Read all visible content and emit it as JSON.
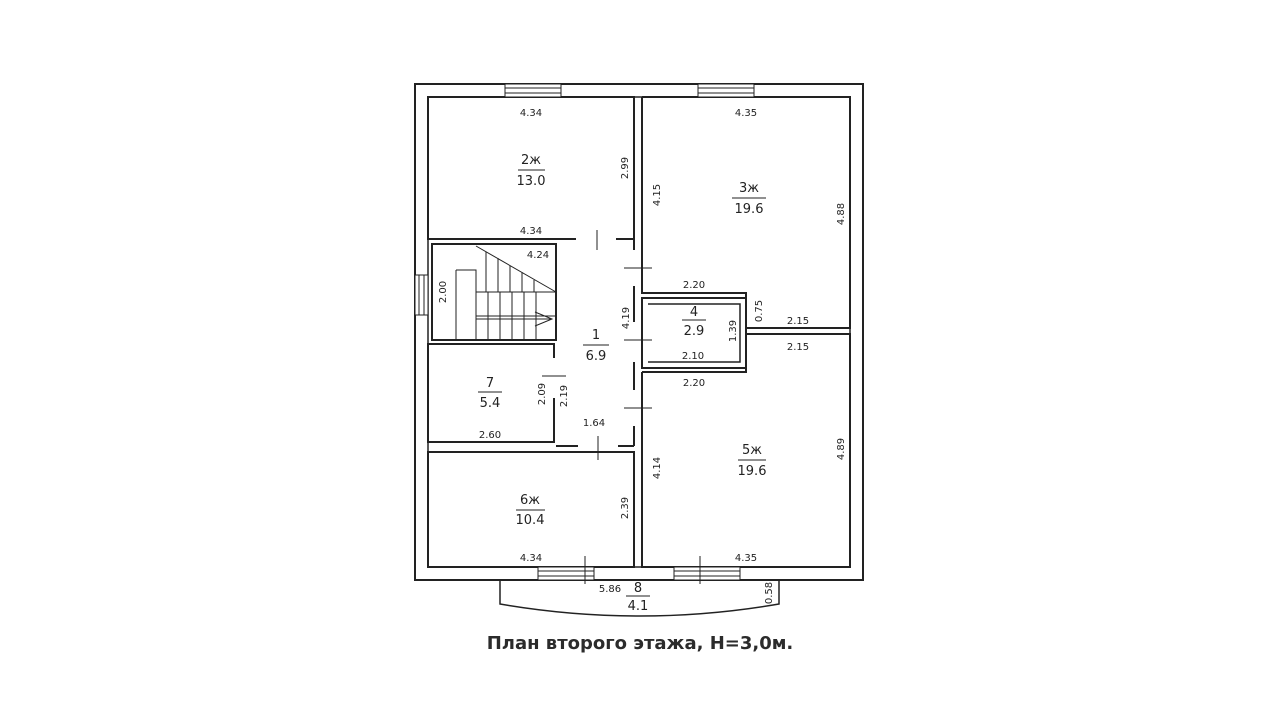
{
  "caption": "План второго этажа, H=3,0м.",
  "rooms": {
    "r1": {
      "num": "1",
      "area": "6.9"
    },
    "r2": {
      "num": "2ж",
      "area": "13.0"
    },
    "r3": {
      "num": "3ж",
      "area": "19.6"
    },
    "r4": {
      "num": "4",
      "area": "2.9"
    },
    "r5": {
      "num": "5ж",
      "area": "19.6"
    },
    "r6": {
      "num": "6ж",
      "area": "10.4"
    },
    "r7": {
      "num": "7",
      "area": "5.4"
    },
    "r8": {
      "num": "8",
      "area": "4.1"
    }
  },
  "dims": {
    "r2_top": "4.34",
    "r2_right": "2.99",
    "r2_bottom": "4.34",
    "r3_top": "4.35",
    "r3_left": "4.15",
    "r3_right": "4.88",
    "r3_bottom_mid": "2.20",
    "r3_bottom_right": "2.15",
    "r3_small": "0.75",
    "stair_top": "4.24",
    "stair_left": "2.00",
    "r1_right": "4.19",
    "r1_bottom": "1.64",
    "r1_left": "2.19",
    "r4_right": "1.39",
    "r4_bottom": "2.10",
    "r5_top_mid": "2.20",
    "r5_top_right": "2.15",
    "r5_left": "4.14",
    "r5_right": "4.89",
    "r5_bottom": "4.35",
    "r7_right": "2.09",
    "r7_bottom": "2.60",
    "r6_right": "2.39",
    "r6_bottom": "4.34",
    "balcony_width": "5.86",
    "balcony_depth": "0.58"
  }
}
